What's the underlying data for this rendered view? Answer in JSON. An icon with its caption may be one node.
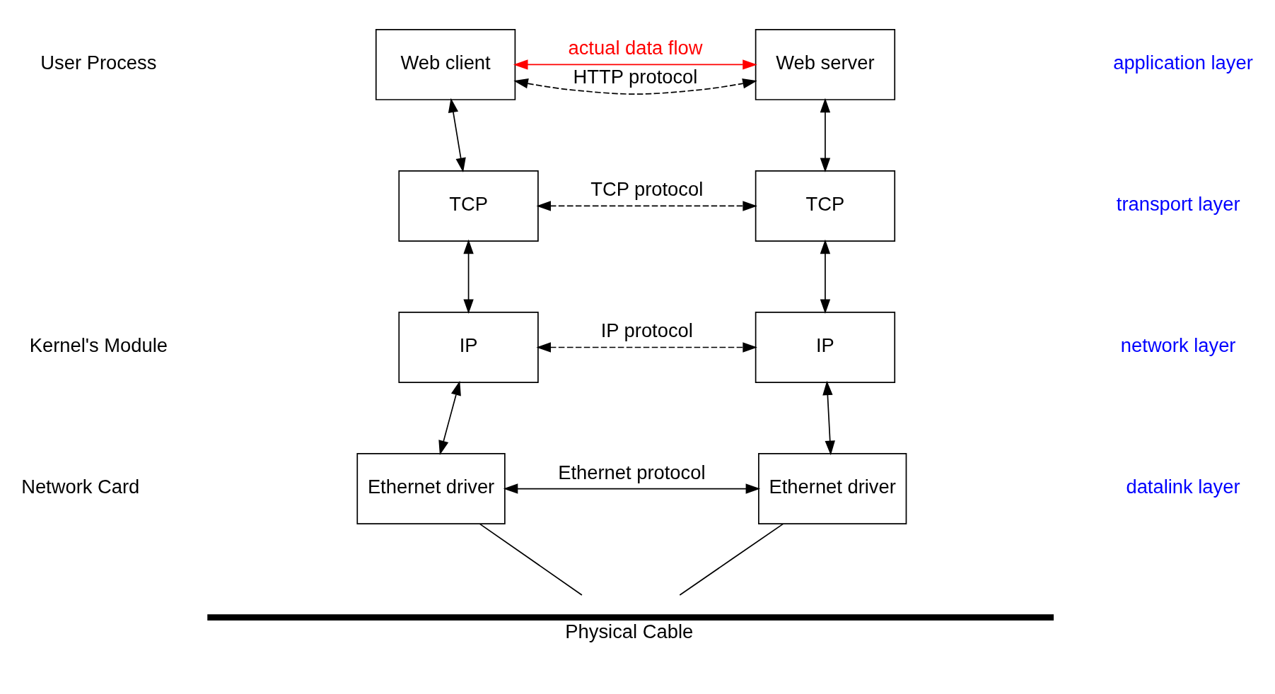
{
  "diagram": {
    "nodes": [
      {
        "text": [
          "Web client"
        ]
      },
      {
        "text": [
          "Web server"
        ]
      },
      {
        "text": [
          "TCP"
        ]
      },
      {
        "text": [
          "TCP"
        ]
      },
      {
        "text": [
          "IP"
        ]
      },
      {
        "text": [
          "IP"
        ]
      },
      {
        "text": [
          "Ethernet driver"
        ]
      },
      {
        "text": [
          "Ethernet driver"
        ]
      },
      {
        "text": [
          "Physical Cable"
        ]
      }
    ],
    "edges": [
      {
        "from": 0,
        "to": 1,
        "arrow": "both",
        "style": "dashed",
        "label": "HTTP protocol"
      },
      {
        "from": 0,
        "to": 2,
        "arrow": "both"
      },
      {
        "from": 1,
        "to": 3,
        "arrow": "both"
      },
      {
        "from": 2,
        "to": 3,
        "arrow": "both",
        "style": "dashed",
        "label": "TCP protocol"
      },
      {
        "from": 2,
        "to": 4,
        "arrow": "both"
      },
      {
        "from": 3,
        "to": 5,
        "arrow": "both"
      },
      {
        "from": 4,
        "to": 5,
        "arrow": "both",
        "style": "dashed",
        "label": "IP protocol"
      },
      {
        "from": 4,
        "to": 6,
        "arrow": "both"
      },
      {
        "from": 5,
        "to": 7,
        "arrow": "both"
      },
      {
        "from": 6,
        "to": 7,
        "arrow": "both",
        "label": "Ethernet protocol"
      },
      {
        "from": 6,
        "to": 8,
        "arrow": "none"
      },
      {
        "from": 7,
        "to": 8,
        "arrow": "none"
      },
      {
        "from": 0,
        "to": 1,
        "arrow": "both",
        "color": "#ff0000",
        "label": "actual data flow"
      }
    ],
    "labels": [
      "User Process",
      "Kernel's Module",
      "Network Card",
      "application layer",
      "transport layer",
      "network layer",
      "datalink layer"
    ]
  }
}
